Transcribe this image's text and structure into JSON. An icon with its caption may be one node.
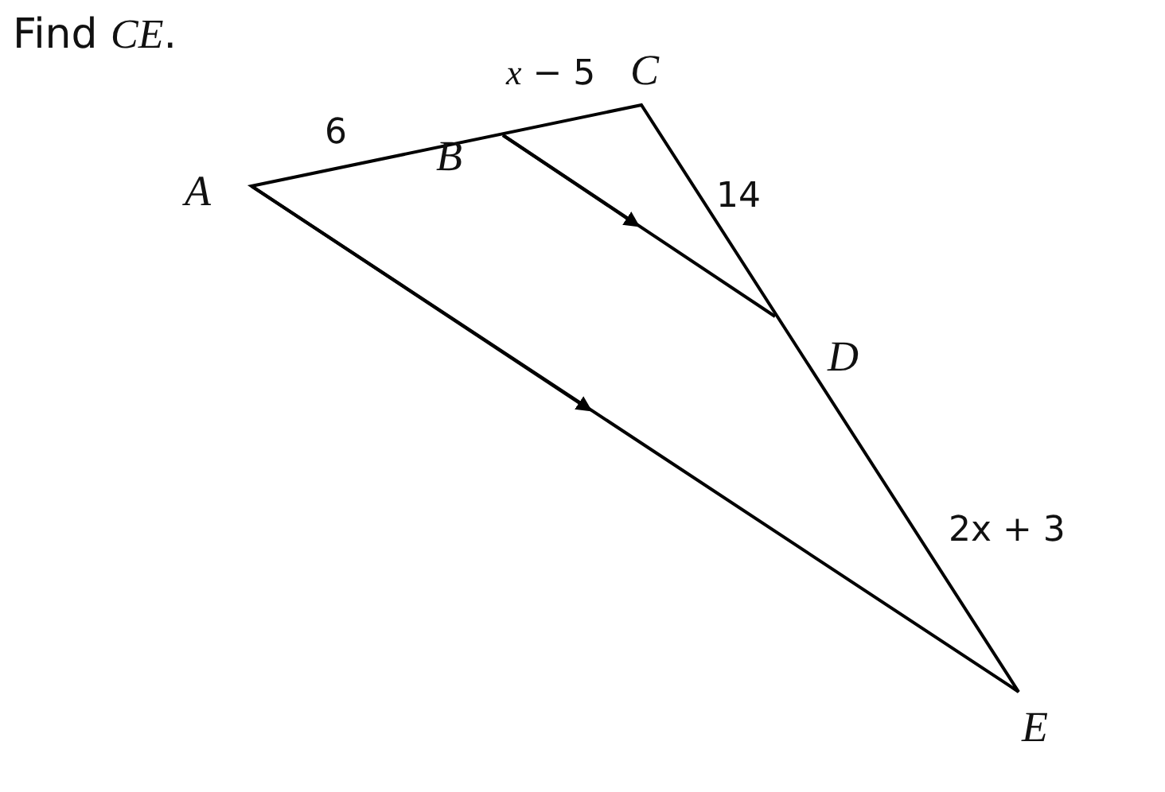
{
  "diagram": {
    "title": "Find *CE*.",
    "labels": [
      "*x* − 5",
      "C",
      "6",
      "B",
      "A",
      "14",
      "D",
      "2x + 3",
      "E"
    ]
  }
}
